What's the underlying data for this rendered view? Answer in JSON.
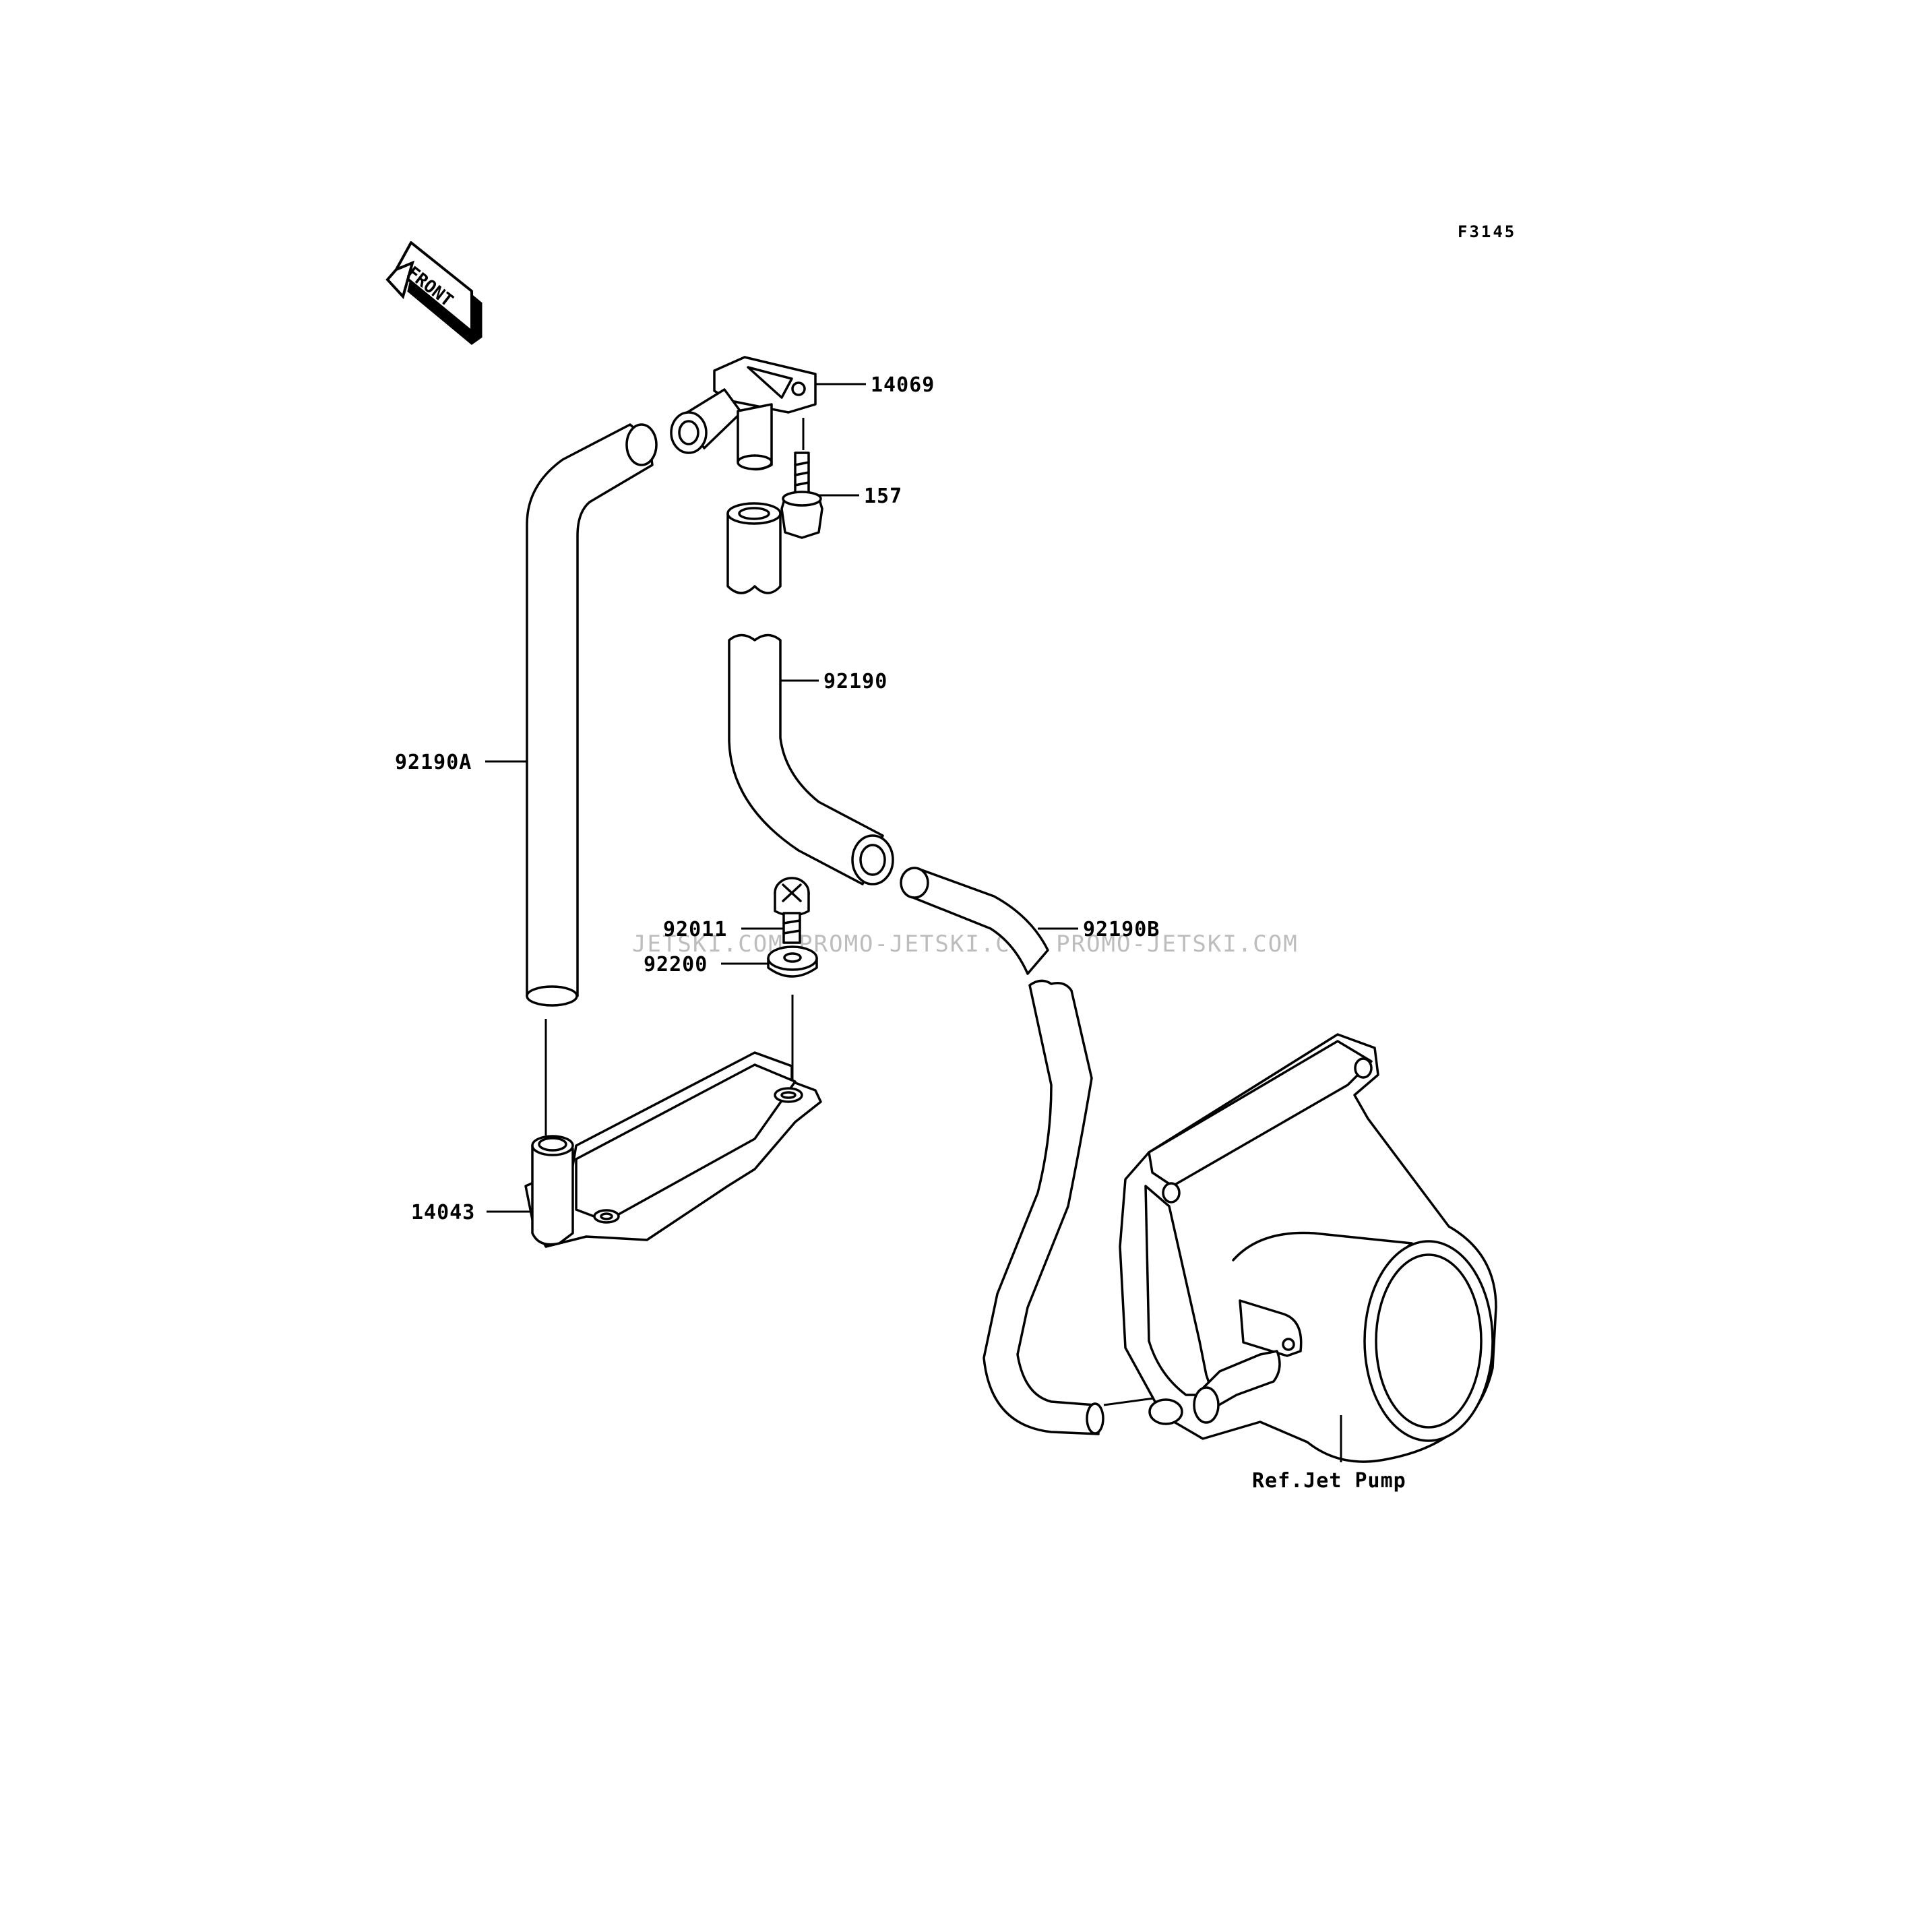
{
  "figure_code": "F3145",
  "front_label": "FRONT",
  "watermark": "JETSKI.COM  PROMO-JETSKI.COM  PROMO-JETSKI.COM",
  "parts": [
    {
      "id": "14069",
      "label": "14069"
    },
    {
      "id": "157",
      "label": "157"
    },
    {
      "id": "92190",
      "label": "92190"
    },
    {
      "id": "92190A",
      "label": "92190A"
    },
    {
      "id": "92011",
      "label": "92011"
    },
    {
      "id": "92190B",
      "label": "92190B"
    },
    {
      "id": "92200",
      "label": "92200"
    },
    {
      "id": "14043",
      "label": "14043"
    }
  ],
  "reference_label": "Ref.Jet Pump"
}
